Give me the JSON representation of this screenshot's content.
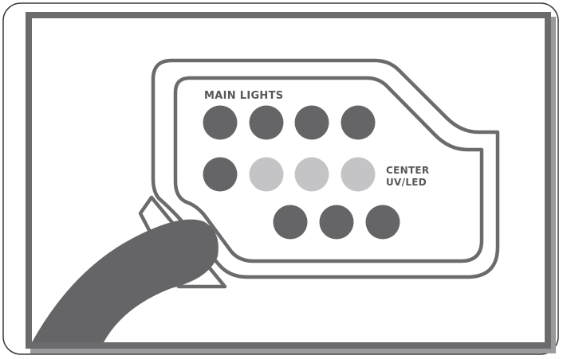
{
  "labels": {
    "main_lights": "MAIN LIGHTS",
    "center_line1": "CENTER",
    "center_line2": "UV/LED"
  },
  "lights": {
    "main": {
      "rows": 2,
      "count": 5,
      "state": "off"
    },
    "center_uv_led": {
      "count": 3,
      "state": "on"
    },
    "bottom_row": {
      "count": 3,
      "state": "off"
    }
  },
  "colors": {
    "background": "#ffffff",
    "card_border": "#3a3a3a",
    "frame": "#6b6b6d",
    "frame_shadow": "#9a9a9c",
    "light_off": "#656567",
    "light_uv": "#c4c4c6",
    "label": "#58585a"
  }
}
